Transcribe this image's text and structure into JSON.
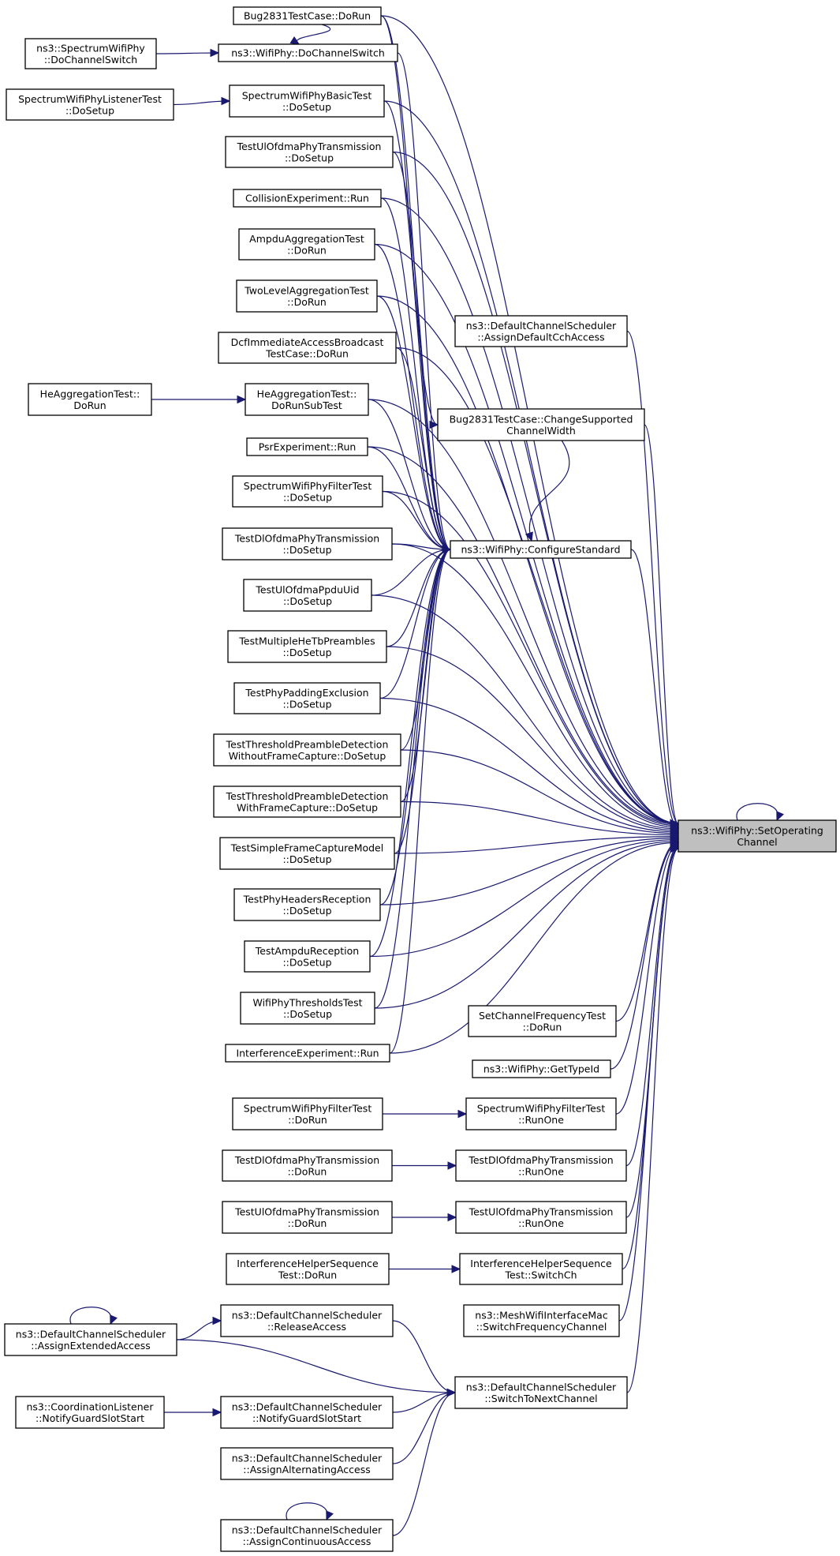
{
  "graph": {
    "title": "",
    "edge_color": "#191970",
    "focus_fill": "#bfbfbf",
    "nodes": [
      {
        "id": "target",
        "lines": [
          "ns3::WifiPhy::SetOperating",
          "Channel"
        ],
        "focus": true
      },
      {
        "id": "configure",
        "lines": [
          "ns3::WifiPhy::ConfigureStandard"
        ]
      },
      {
        "id": "bug_dorun",
        "lines": [
          "Bug2831TestCase::DoRun"
        ]
      },
      {
        "id": "spectrum_dochannelswitch",
        "lines": [
          "ns3::SpectrumWifiPhy",
          "::DoChannelSwitch"
        ]
      },
      {
        "id": "wifiphy_dochannelswitch",
        "lines": [
          "ns3::WifiPhy::DoChannelSwitch"
        ]
      },
      {
        "id": "listener_dosetup",
        "lines": [
          "SpectrumWifiPhyListenerTest",
          "::DoSetup"
        ]
      },
      {
        "id": "basic_dosetup",
        "lines": [
          "SpectrumWifiPhyBasicTest",
          "::DoSetup"
        ]
      },
      {
        "id": "ulofdma_dosetup",
        "lines": [
          "TestUlOfdmaPhyTransmission",
          "::DoSetup"
        ]
      },
      {
        "id": "collision_run",
        "lines": [
          "CollisionExperiment::Run"
        ]
      },
      {
        "id": "ampdu_dorun",
        "lines": [
          "AmpduAggregationTest",
          "::DoRun"
        ]
      },
      {
        "id": "twolevel_dorun",
        "lines": [
          "TwoLevelAggregationTest",
          "::DoRun"
        ]
      },
      {
        "id": "dcf_dorun",
        "lines": [
          "DcfImmediateAccessBroadcast",
          "TestCase::DoRun"
        ]
      },
      {
        "id": "heagg_dorun",
        "lines": [
          "HeAggregationTest::",
          "DoRun"
        ]
      },
      {
        "id": "heagg_subtest",
        "lines": [
          "HeAggregationTest::",
          "DoRunSubTest"
        ]
      },
      {
        "id": "psr_run",
        "lines": [
          "PsrExperiment::Run"
        ]
      },
      {
        "id": "filter_dosetup",
        "lines": [
          "SpectrumWifiPhyFilterTest",
          "::DoSetup"
        ]
      },
      {
        "id": "dlofdma_dosetup",
        "lines": [
          "TestDlOfdmaPhyTransmission",
          "::DoSetup"
        ]
      },
      {
        "id": "ppduuid_dosetup",
        "lines": [
          "TestUlOfdmaPpduUid",
          "::DoSetup"
        ]
      },
      {
        "id": "hetb_dosetup",
        "lines": [
          "TestMultipleHeTbPreambles",
          "::DoSetup"
        ]
      },
      {
        "id": "padding_dosetup",
        "lines": [
          "TestPhyPaddingExclusion",
          "::DoSetup"
        ]
      },
      {
        "id": "thr_without",
        "lines": [
          "TestThresholdPreambleDetection",
          "WithoutFrameCapture::DoSetup"
        ]
      },
      {
        "id": "thr_with",
        "lines": [
          "TestThresholdPreambleDetection",
          "WithFrameCapture::DoSetup"
        ]
      },
      {
        "id": "simplecapture",
        "lines": [
          "TestSimpleFrameCaptureModel",
          "::DoSetup"
        ]
      },
      {
        "id": "headers",
        "lines": [
          "TestPhyHeadersReception",
          "::DoSetup"
        ]
      },
      {
        "id": "ampdurx",
        "lines": [
          "TestAmpduReception",
          "::DoSetup"
        ]
      },
      {
        "id": "thresholds",
        "lines": [
          "WifiPhyThresholdsTest",
          "::DoSetup"
        ]
      },
      {
        "id": "interference_run",
        "lines": [
          "InterferenceExperiment::Run"
        ]
      },
      {
        "id": "dcs_defaultcch",
        "lines": [
          "ns3::DefaultChannelScheduler",
          "::AssignDefaultCchAccess"
        ]
      },
      {
        "id": "bug_changewidth",
        "lines": [
          "Bug2831TestCase::ChangeSupported",
          "ChannelWidth"
        ]
      },
      {
        "id": "setchanfreq",
        "lines": [
          "SetChannelFrequencyTest",
          "::DoRun"
        ]
      },
      {
        "id": "gettypeid",
        "lines": [
          "ns3::WifiPhy::GetTypeId"
        ]
      },
      {
        "id": "filter_dorun",
        "lines": [
          "SpectrumWifiPhyFilterTest",
          "::DoRun"
        ]
      },
      {
        "id": "filter_runone",
        "lines": [
          "SpectrumWifiPhyFilterTest",
          "::RunOne"
        ]
      },
      {
        "id": "dlofdma_dorun",
        "lines": [
          "TestDlOfdmaPhyTransmission",
          "::DoRun"
        ]
      },
      {
        "id": "dlofdma_runone",
        "lines": [
          "TestDlOfdmaPhyTransmission",
          "::RunOne"
        ]
      },
      {
        "id": "ulofdma_dorun",
        "lines": [
          "TestUlOfdmaPhyTransmission",
          "::DoRun"
        ]
      },
      {
        "id": "ulofdma_runone",
        "lines": [
          "TestUlOfdmaPhyTransmission",
          "::RunOne"
        ]
      },
      {
        "id": "ihs_dorun",
        "lines": [
          "InterferenceHelperSequence",
          "Test::DoRun"
        ]
      },
      {
        "id": "ihs_switchch",
        "lines": [
          "InterferenceHelperSequence",
          "Test::SwitchCh"
        ]
      },
      {
        "id": "mesh_switch",
        "lines": [
          "ns3::MeshWifiInterfaceMac",
          "::SwitchFrequencyChannel"
        ]
      },
      {
        "id": "dcs_extended",
        "lines": [
          "ns3::DefaultChannelScheduler",
          "::AssignExtendedAccess"
        ]
      },
      {
        "id": "dcs_release",
        "lines": [
          "ns3::DefaultChannelScheduler",
          "::ReleaseAccess"
        ]
      },
      {
        "id": "dcs_switchnext",
        "lines": [
          "ns3::DefaultChannelScheduler",
          "::SwitchToNextChannel"
        ]
      },
      {
        "id": "coord_notify",
        "lines": [
          "ns3::CoordinationListener",
          "::NotifyGuardSlotStart"
        ]
      },
      {
        "id": "dcs_notify",
        "lines": [
          "ns3::DefaultChannelScheduler",
          "::NotifyGuardSlotStart"
        ]
      },
      {
        "id": "dcs_alternating",
        "lines": [
          "ns3::DefaultChannelScheduler",
          "::AssignAlternatingAccess"
        ]
      },
      {
        "id": "dcs_continuous",
        "lines": [
          "ns3::DefaultChannelScheduler",
          "::AssignContinuousAccess"
        ]
      }
    ],
    "edges": [
      [
        "configure",
        "target"
      ],
      [
        "bug_dorun",
        "target"
      ],
      [
        "basic_dosetup",
        "target"
      ],
      [
        "ulofdma_dosetup",
        "target"
      ],
      [
        "collision_run",
        "target"
      ],
      [
        "ampdu_dorun",
        "target"
      ],
      [
        "twolevel_dorun",
        "target"
      ],
      [
        "dcf_dorun",
        "target"
      ],
      [
        "heagg_subtest",
        "target"
      ],
      [
        "psr_run",
        "target"
      ],
      [
        "filter_dosetup",
        "target"
      ],
      [
        "dlofdma_dosetup",
        "target"
      ],
      [
        "ppduuid_dosetup",
        "target"
      ],
      [
        "hetb_dosetup",
        "target"
      ],
      [
        "padding_dosetup",
        "target"
      ],
      [
        "thr_without",
        "target"
      ],
      [
        "thr_with",
        "target"
      ],
      [
        "simplecapture",
        "target"
      ],
      [
        "headers",
        "target"
      ],
      [
        "ampdurx",
        "target"
      ],
      [
        "thresholds",
        "target"
      ],
      [
        "interference_run",
        "target"
      ],
      [
        "dcs_defaultcch",
        "target"
      ],
      [
        "bug_changewidth",
        "target"
      ],
      [
        "setchanfreq",
        "target"
      ],
      [
        "gettypeid",
        "target"
      ],
      [
        "filter_runone",
        "target"
      ],
      [
        "dlofdma_runone",
        "target"
      ],
      [
        "ulofdma_runone",
        "target"
      ],
      [
        "ihs_switchch",
        "target"
      ],
      [
        "mesh_switch",
        "target"
      ],
      [
        "dcs_switchnext",
        "target"
      ],
      [
        "target",
        "target"
      ],
      [
        "bug_dorun",
        "configure"
      ],
      [
        "wifiphy_dochannelswitch",
        "configure"
      ],
      [
        "basic_dosetup",
        "configure"
      ],
      [
        "ulofdma_dosetup",
        "configure"
      ],
      [
        "collision_run",
        "configure"
      ],
      [
        "ampdu_dorun",
        "configure"
      ],
      [
        "twolevel_dorun",
        "configure"
      ],
      [
        "dcf_dorun",
        "configure"
      ],
      [
        "heagg_subtest",
        "configure"
      ],
      [
        "psr_run",
        "configure"
      ],
      [
        "filter_dosetup",
        "configure"
      ],
      [
        "dlofdma_dosetup",
        "configure"
      ],
      [
        "ppduuid_dosetup",
        "configure"
      ],
      [
        "hetb_dosetup",
        "configure"
      ],
      [
        "padding_dosetup",
        "configure"
      ],
      [
        "thr_without",
        "configure"
      ],
      [
        "thr_with",
        "configure"
      ],
      [
        "simplecapture",
        "configure"
      ],
      [
        "headers",
        "configure"
      ],
      [
        "ampdurx",
        "configure"
      ],
      [
        "thresholds",
        "configure"
      ],
      [
        "interference_run",
        "configure"
      ],
      [
        "bug_changewidth",
        "configure"
      ],
      [
        "bug_dorun",
        "wifiphy_dochannelswitch"
      ],
      [
        "spectrum_dochannelswitch",
        "wifiphy_dochannelswitch"
      ],
      [
        "listener_dosetup",
        "basic_dosetup"
      ],
      [
        "heagg_dorun",
        "heagg_subtest"
      ],
      [
        "bug_dorun",
        "bug_changewidth"
      ],
      [
        "filter_dorun",
        "filter_runone"
      ],
      [
        "dlofdma_dorun",
        "dlofdma_runone"
      ],
      [
        "ulofdma_dorun",
        "ulofdma_runone"
      ],
      [
        "ihs_dorun",
        "ihs_switchch"
      ],
      [
        "dcs_extended",
        "dcs_release"
      ],
      [
        "dcs_extended",
        "dcs_switchnext"
      ],
      [
        "dcs_release",
        "dcs_switchnext"
      ],
      [
        "dcs_notify",
        "dcs_switchnext"
      ],
      [
        "dcs_alternating",
        "dcs_switchnext"
      ],
      [
        "dcs_continuous",
        "dcs_switchnext"
      ],
      [
        "coord_notify",
        "dcs_notify"
      ],
      [
        "dcs_extended",
        "dcs_extended"
      ],
      [
        "dcs_continuous",
        "dcs_continuous"
      ]
    ]
  }
}
